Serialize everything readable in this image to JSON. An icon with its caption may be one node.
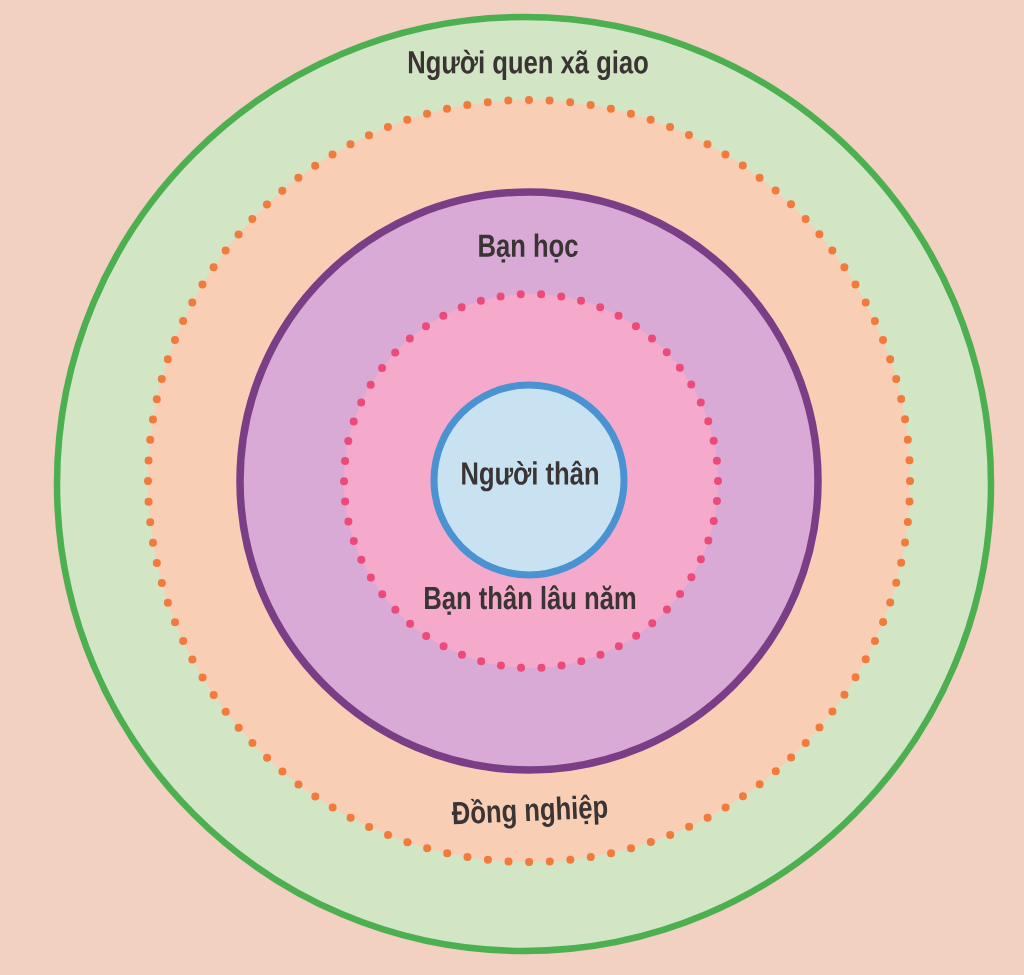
{
  "diagram": {
    "nodes": [
      {
        "text": [
          "Người quen xã giao"
        ]
      },
      {
        "text": [
          "Đồng nghiệp"
        ],
        "in": 0
      },
      {
        "text": [
          "Bạn học"
        ],
        "in": 1
      },
      {
        "text": [
          "Bạn thân lâu năm"
        ],
        "in": 2
      },
      {
        "text": [
          "Người thân"
        ],
        "in": 3
      }
    ]
  }
}
